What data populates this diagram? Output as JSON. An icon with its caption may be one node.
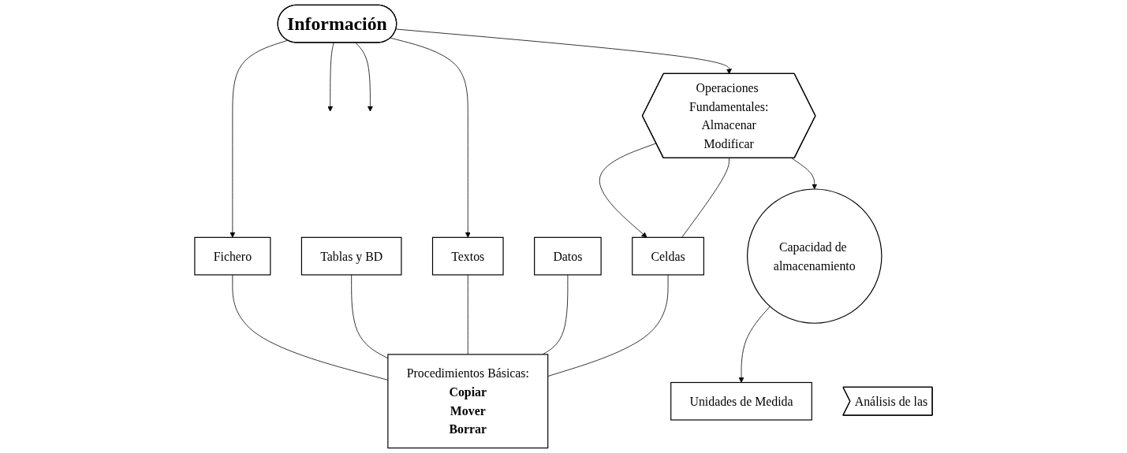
{
  "diagram": {
    "nodes": [
      {
        "text": [
          "Información"
        ]
      },
      {
        "text": [
          "Operaciones Fundamentales:",
          "Almacenar",
          "Modificar"
        ]
      },
      {
        "text": [
          "Capacidad de almacenamiento"
        ]
      },
      {
        "text": [
          "Fichero"
        ]
      },
      {
        "text": [
          "Textos"
        ]
      },
      {
        "text": [
          "Celdas"
        ]
      },
      {
        "text": [
          "Tablas y BD"
        ]
      },
      {
        "text": [
          "Datos"
        ]
      },
      {
        "text": [
          "Procedimientos Básicas:",
          "Copiar",
          "Mover",
          "Borrar"
        ]
      },
      {
        "text": [
          "Análisis de las"
        ]
      },
      {
        "text": [
          "Unidades de Medida"
        ]
      }
    ],
    "edges": [
      {
        "from": 0,
        "to": 3,
        "arrow": "to"
      },
      {
        "from": 0,
        "to": null,
        "arrow": "to"
      },
      {
        "from": 0,
        "to": 4,
        "arrow": "to"
      },
      {
        "from": 0,
        "to": 1,
        "arrow": "to"
      },
      {
        "from": 0,
        "to": null,
        "arrow": "to"
      },
      {
        "from": 5,
        "to": 1,
        "arrow": "none"
      },
      {
        "from": 1,
        "to": 5,
        "arrow": "to"
      },
      {
        "from": 1,
        "to": 2,
        "arrow": "to"
      },
      {
        "from": 2,
        "to": 10,
        "arrow": "to"
      },
      {
        "from": 3,
        "to": 8,
        "arrow": "none"
      },
      {
        "from": 6,
        "to": 8,
        "arrow": "none"
      },
      {
        "from": 4,
        "to": 8,
        "arrow": "none"
      },
      {
        "from": 7,
        "to": 8,
        "arrow": "none"
      },
      {
        "from": 5,
        "to": 8,
        "arrow": "none"
      }
    ]
  }
}
